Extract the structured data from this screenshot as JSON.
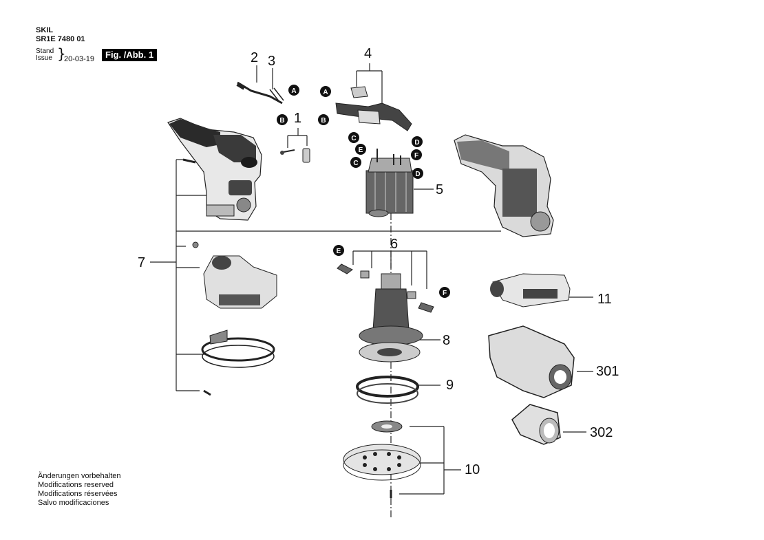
{
  "header": {
    "brand": "SKIL",
    "model": "SR1E 7480 01",
    "stand_label": "Stand",
    "issue_label": "Issue",
    "brace": "}",
    "date": "20-03-19",
    "figure_label": "Fig. /Abb. 1"
  },
  "part_numbers": {
    "p1": "1",
    "p2": "2",
    "p3": "3",
    "p4": "4",
    "p5": "5",
    "p6": "6",
    "p7": "7",
    "p8": "8",
    "p9": "9",
    "p10": "10",
    "p11": "11",
    "p301": "301",
    "p302": "302"
  },
  "connector_letters": {
    "a": "A",
    "b": "B",
    "c": "C",
    "d": "D",
    "e": "E",
    "f": "F"
  },
  "footer_notes": [
    "Änderungen vorbehalten",
    "Modifications reserved",
    "Modifications réservées",
    "Salvo modificaciones"
  ]
}
